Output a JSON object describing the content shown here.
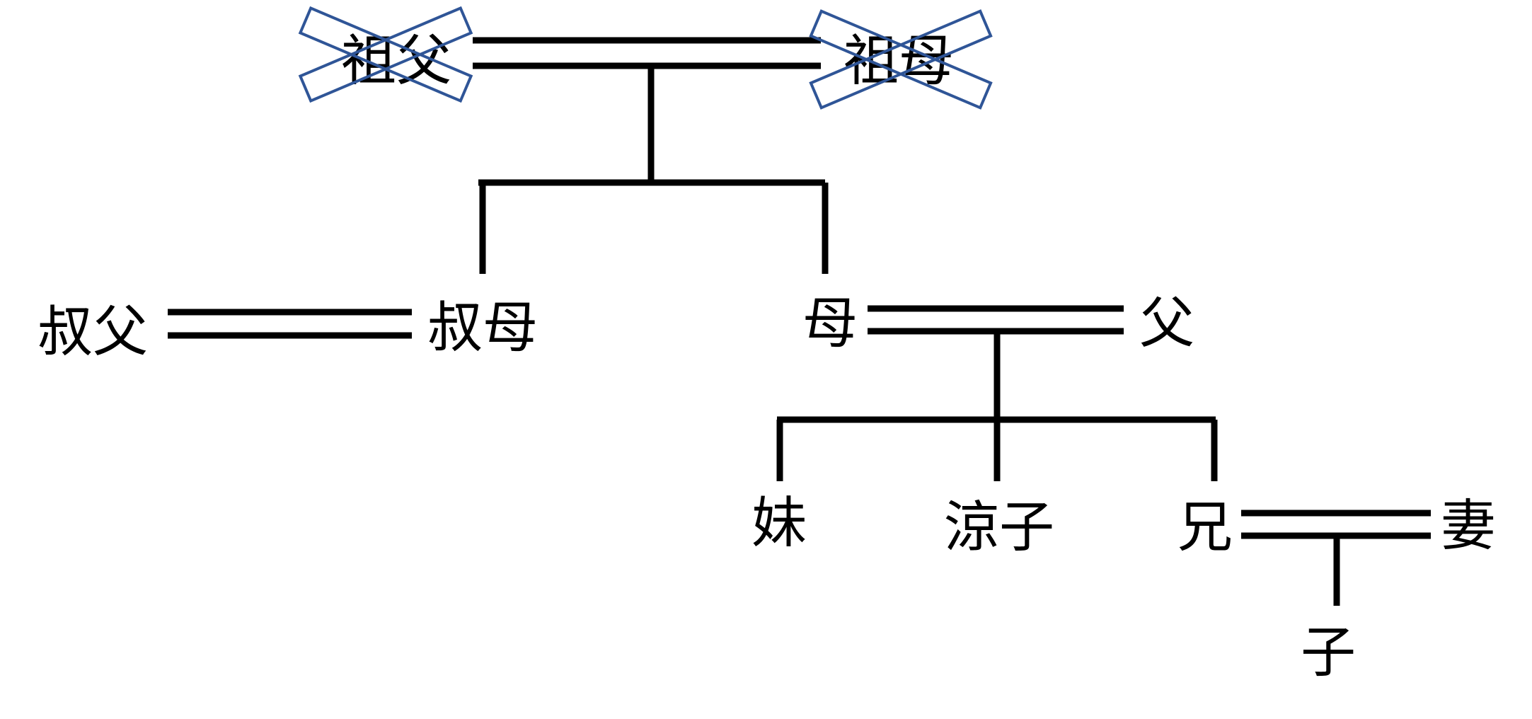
{
  "nodes": {
    "grandfather": {
      "label": "祖父",
      "crossed_out": true
    },
    "grandmother": {
      "label": "祖母",
      "crossed_out": true
    },
    "uncle": {
      "label": "叔父"
    },
    "aunt": {
      "label": "叔母"
    },
    "mother": {
      "label": "母"
    },
    "father": {
      "label": "父"
    },
    "younger_sister": {
      "label": "妹"
    },
    "ryoko": {
      "label": "涼子"
    },
    "older_brother": {
      "label": "兄"
    },
    "wife": {
      "label": "妻"
    },
    "child": {
      "label": "子"
    }
  },
  "colors": {
    "line": "#000000",
    "text": "#000000",
    "cross_mark": "#2f5597"
  }
}
